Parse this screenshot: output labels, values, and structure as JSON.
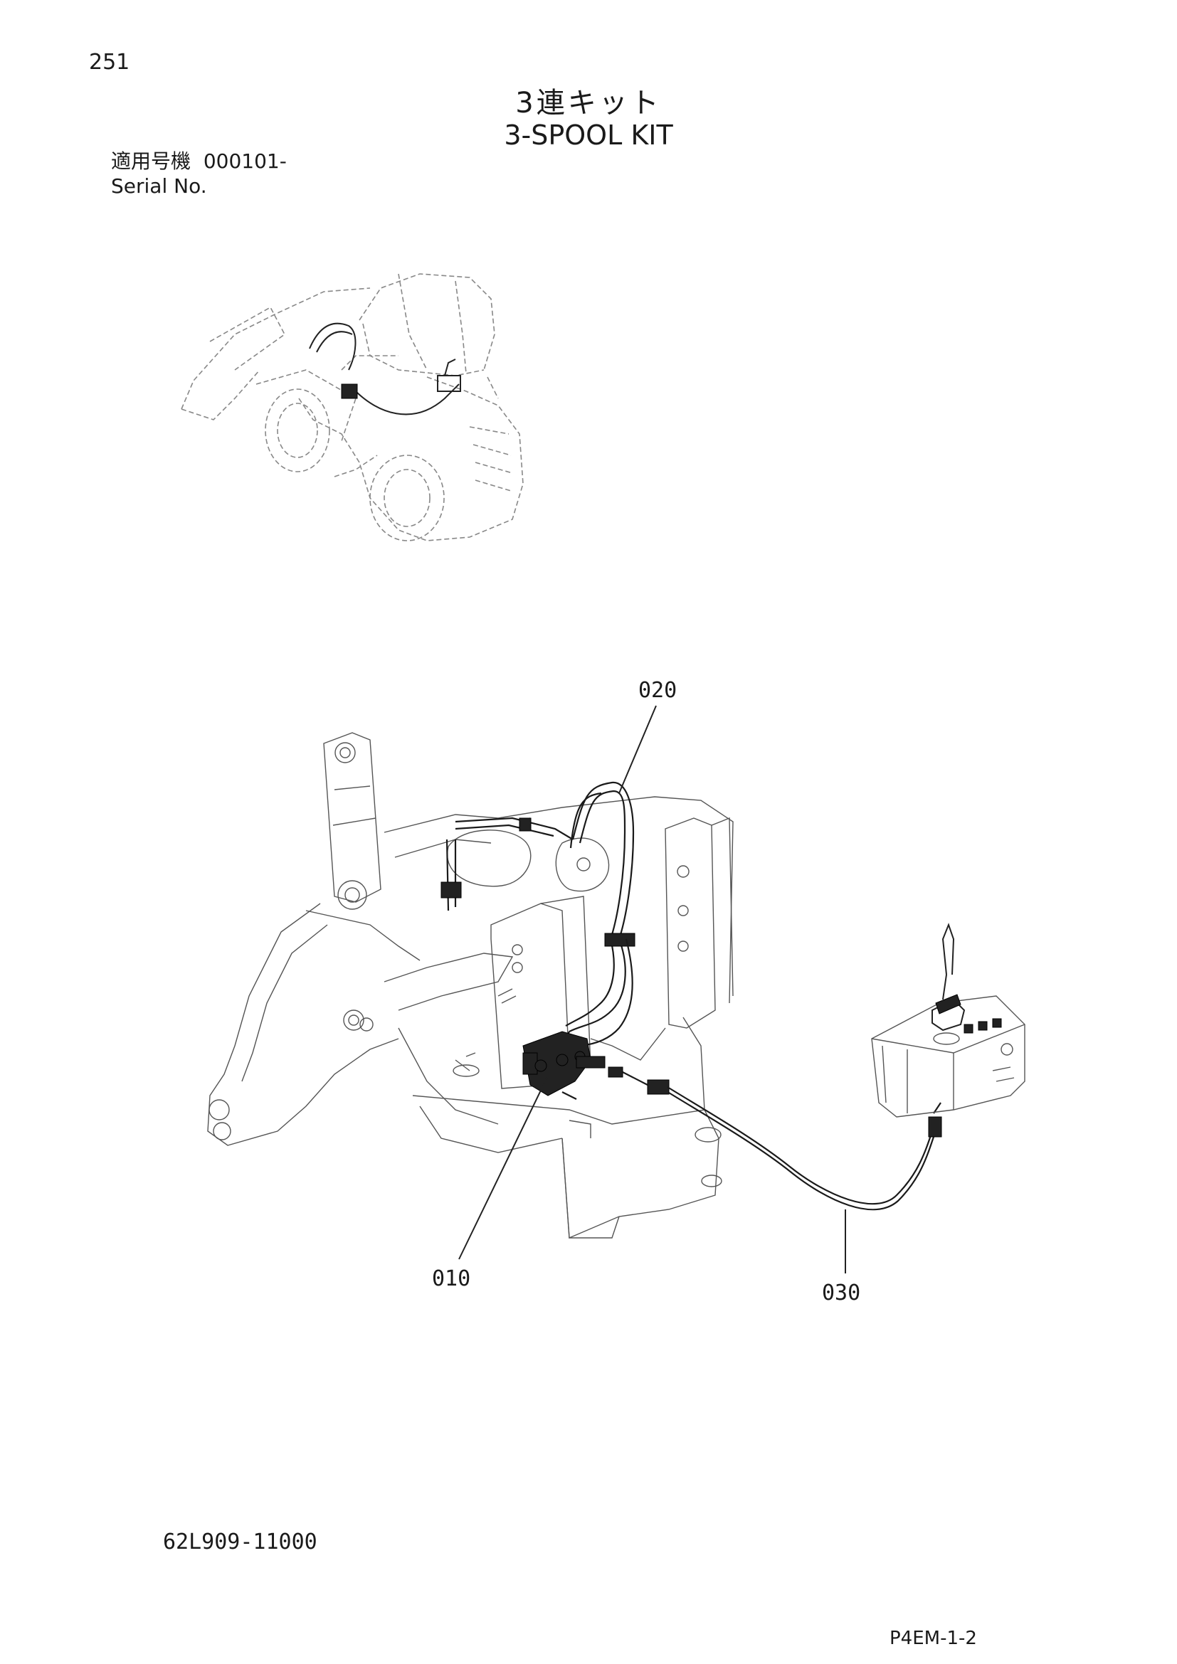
{
  "header": {
    "page_number": "251",
    "title_jp": "3連キット",
    "title_en": "3-SPOOL KIT",
    "serial_label_jp": "適用号機",
    "serial_value": "000101-",
    "serial_label_en": "Serial No."
  },
  "callouts": {
    "c020": "020",
    "c010": "010",
    "c030": "030"
  },
  "footer": {
    "drawing_number": "62L909-11000",
    "sheet_code": "P4EM-1-2"
  }
}
